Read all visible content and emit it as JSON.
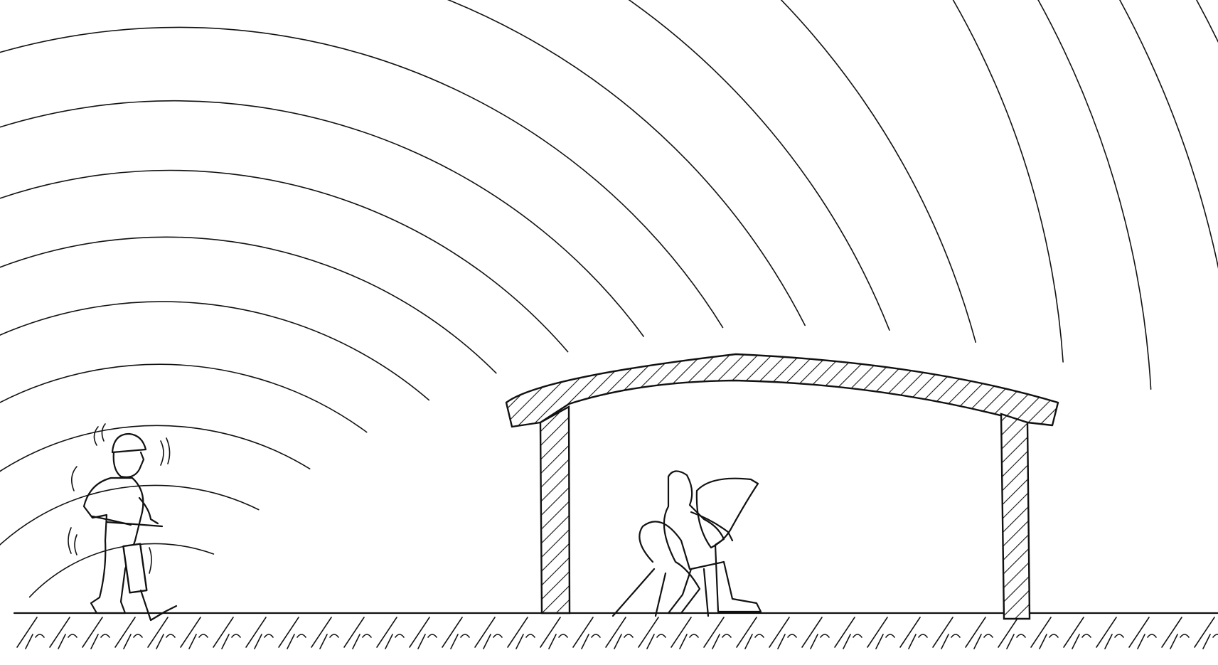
{
  "palette": {
    "ink": "#111111",
    "paper": "#ffffff"
  },
  "scene": {
    "wave_rings": 16,
    "source": "worker-with-jackhammer",
    "receiver": "seated-person-covering-ears",
    "barrier": "building-with-hatched-walls-and-roof"
  }
}
